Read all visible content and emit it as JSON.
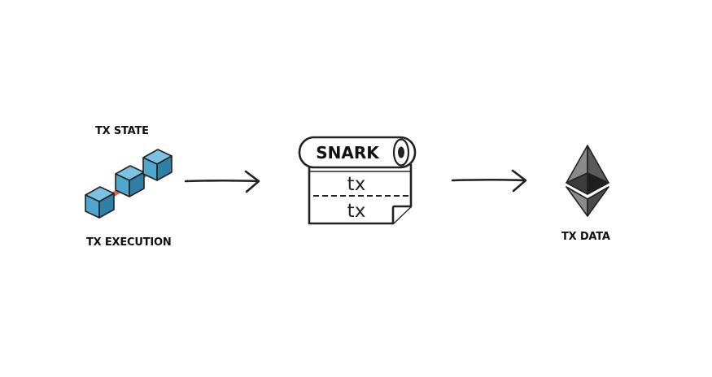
{
  "tx_state_label": "TX STATE",
  "tx_execution_label": "TX EXECUTION",
  "snark_title": "SNARK",
  "scroll_rows": [
    "tx",
    "tx"
  ],
  "tx_data_label": "TX DATA",
  "icons": {
    "blockchain": "blockchain-cubes-icon",
    "snark": "snark-scroll-icon",
    "ethereum": "ethereum-logo-icon",
    "arrow": "arrow-right-icon"
  },
  "colors": {
    "cube_face": "#4fa7cf",
    "cube_top": "#7cc3e3",
    "cube_side": "#2f7fa6",
    "link": "#e86a4d",
    "stroke": "#222222"
  }
}
